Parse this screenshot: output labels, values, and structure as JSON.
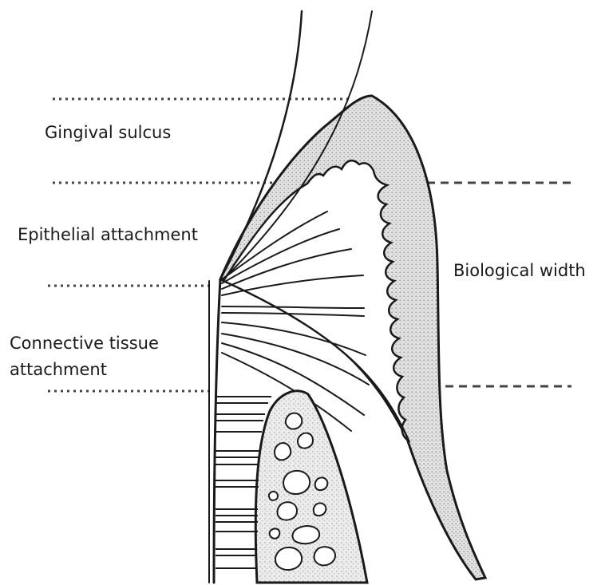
{
  "labels": {
    "gingival_sulcus": "Gingival sulcus",
    "epithelial_attachment": "Epithelial attachment",
    "connective_tissue_line1": "Connective tissue",
    "connective_tissue_line2": "attachment",
    "biological_width": "Biological width"
  },
  "colors": {
    "ink": "#1a1a1a",
    "stipple": "#cfcfcf",
    "background": "#ffffff"
  }
}
